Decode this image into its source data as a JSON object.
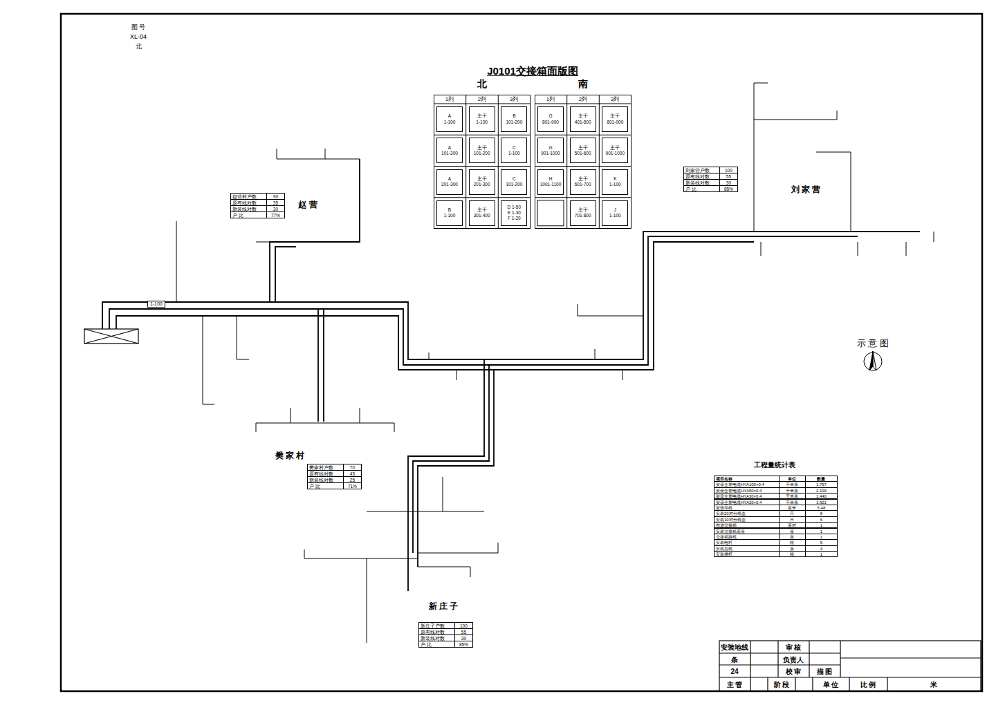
{
  "diagram": {
    "title": "J0101交接箱面版图",
    "nodes": [
      {
        "text": [
          "北"
        ]
      },
      {
        "text": [
          "A",
          "1-100"
        ],
        "in": 0
      },
      {
        "text": [
          "主干",
          "1-100"
        ],
        "in": 0
      },
      {
        "text": [
          "B",
          "101-200"
        ],
        "in": 0
      },
      {
        "text": [
          "A",
          "101-200"
        ],
        "in": 0
      },
      {
        "text": [
          "主干",
          "101-200"
        ],
        "in": 0
      },
      {
        "text": [
          "C",
          "1-100"
        ],
        "in": 0
      },
      {
        "text": [
          "A",
          "201-300"
        ],
        "in": 0
      },
      {
        "text": [
          "主干",
          "201-300"
        ],
        "in": 0
      },
      {
        "text": [
          "C",
          "101-200"
        ],
        "in": 0
      },
      {
        "text": [
          "B",
          "1-100"
        ],
        "in": 0
      },
      {
        "text": [
          "主干",
          "301-400"
        ],
        "in": 0
      },
      {
        "text": [
          "D 1-50",
          "E 1-30",
          "F 1-20"
        ],
        "in": 0
      },
      {
        "text": [
          "南"
        ]
      },
      {
        "text": [
          "G",
          "801-900"
        ],
        "in": 13
      },
      {
        "text": [
          "主干",
          "401-500"
        ],
        "in": 13
      },
      {
        "text": [
          "主干",
          "801-900"
        ],
        "in": 13
      },
      {
        "text": [
          "G",
          "901-1000"
        ],
        "in": 13
      },
      {
        "text": [
          "主干",
          "501-600"
        ],
        "in": 13
      },
      {
        "text": [
          "主干",
          "901-1000"
        ],
        "in": 13
      },
      {
        "text": [
          "H",
          "1001-1100"
        ],
        "in": 13
      },
      {
        "text": [
          "主干",
          "601-700"
        ],
        "in": 13
      },
      {
        "text": [
          "K",
          "1-100"
        ],
        "in": 13
      },
      {
        "text": [
          "主干",
          "701-800"
        ],
        "in": 13
      },
      {
        "text": [
          "J",
          "1-100"
        ],
        "in": 13
      }
    ],
    "labels": [
      "1列",
      "2列",
      "3列",
      "1列",
      "2列",
      "3列",
      "1-100",
      "赵 营",
      "樊 家 村",
      "新 庄 子",
      "刘 家 营",
      "工程量统计表",
      "赵营村户数",
      "90",
      "原有线对数",
      "35",
      "新装线对数",
      "30",
      "户 比",
      "77%",
      "樊家村户数",
      "70",
      "原有线对数",
      "45",
      "新装线对数",
      "25",
      "户 比",
      "71%",
      "新庄子户数",
      "100",
      "原有线对数",
      "55",
      "新装线对数",
      "30",
      "户 比",
      "85%",
      "刘家营户数",
      "100",
      "原有线对数",
      "55",
      "新装线对数",
      "30",
      "户 比",
      "85%",
      "项目名称",
      "单位",
      "数量",
      "架设全塑电缆HYA100×0.4",
      "千米条",
      "1.757",
      "架设全塑电缆HYA50×0.4",
      "千米条",
      "2.109",
      "架设全塑电缆HYA30×0.4",
      "千米条",
      "1.440",
      "架设全塑电缆HYA20×0.4",
      "千米条",
      "1.921",
      "架设吊线",
      "百米",
      "5.48",
      "安装20对分线盒",
      "只",
      "8",
      "安装10对分线盒",
      "只",
      "6",
      "布放交接箱",
      "百对",
      "1",
      "安装交接箱基座",
      "座",
      "1",
      "交接箱跳线",
      "条",
      "1",
      "安装电杆",
      "根",
      "5",
      "安装拉线",
      "条",
      "4",
      "安装撑杆",
      "根",
      "1",
      "安装地线",
      "条",
      "24",
      "主 管",
      "审 核",
      "负责人",
      "校 审",
      "阶 段",
      "描 图",
      "单 位",
      "比 例",
      "米",
      "示 意 图",
      "图 号",
      "XL-04",
      "北"
    ]
  }
}
